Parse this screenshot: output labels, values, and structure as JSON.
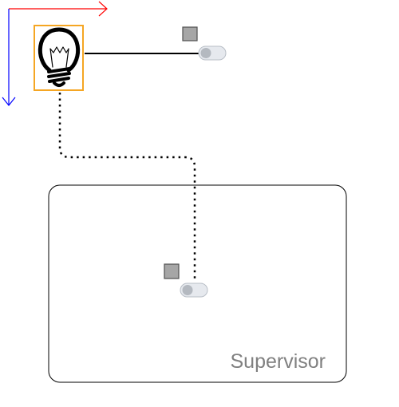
{
  "axes": {
    "x_axis_color": "#ff0000",
    "y_axis_color": "#0000ff"
  },
  "lamp": {
    "icon": "lightbulb-icon",
    "selection_color": "#f5a623"
  },
  "switches": [
    {
      "id": "top",
      "state": "off",
      "handle_color": "#a6a6a6"
    },
    {
      "id": "supervisor",
      "state": "off",
      "handle_color": "#a6a6a6"
    }
  ],
  "connections": [
    {
      "from": "lamp",
      "to": "top-switch",
      "style": "solid"
    },
    {
      "from": "lamp",
      "to": "supervisor-switch",
      "style": "dotted"
    }
  ],
  "supervisor": {
    "label": "Supervisor",
    "border_color": "#000000",
    "label_color": "#808080"
  }
}
